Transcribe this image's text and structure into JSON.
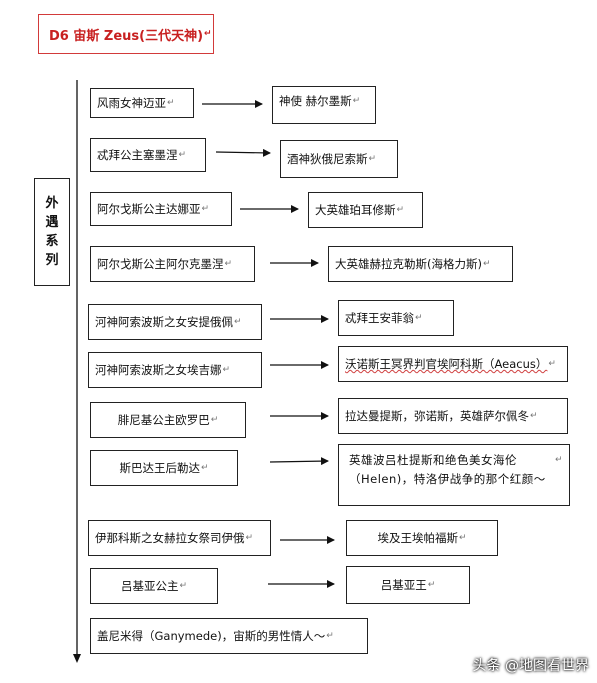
{
  "title": "D6 宙斯 Zeus(三代天神)",
  "series_label": [
    "外",
    "遇",
    "系",
    "列"
  ],
  "para_mark": "↵",
  "rows": [
    {
      "left": "风雨女神迈亚",
      "right": "神使 赫尔墨斯"
    },
    {
      "left": "忒拜公主塞墨涅",
      "right": "酒神狄俄尼索斯"
    },
    {
      "left": "阿尔戈斯公主达娜亚",
      "right": "大英雄珀耳修斯"
    },
    {
      "left": "阿尔戈斯公主阿尔克墨涅",
      "right": "大英雄赫拉克勒斯(海格力斯)"
    },
    {
      "left": "河神阿索波斯之女安提俄佩",
      "right": "忒拜王安菲翁"
    },
    {
      "left": "河神阿索波斯之女埃吉娜",
      "right": "沃诺斯王冥界判官埃阿科斯（Aeacus）"
    },
    {
      "left": "腓尼基公主欧罗巴",
      "right": "拉达曼提斯，弥诺斯，英雄萨尔佩冬"
    },
    {
      "left": "斯巴达王后勒达",
      "right": "英雄波吕杜提斯和绝色美女海伦（Helen)，特洛伊战争的那个红颜～"
    },
    {
      "left": "伊那科斯之女赫拉女祭司伊俄",
      "right": "埃及王埃帕福斯"
    },
    {
      "left": "吕基亚公主",
      "right": "吕基亚王"
    }
  ],
  "last_item": "盖尼米得（Ganymede)，宙斯的男性情人～",
  "watermark": "头条 @地图看世界"
}
